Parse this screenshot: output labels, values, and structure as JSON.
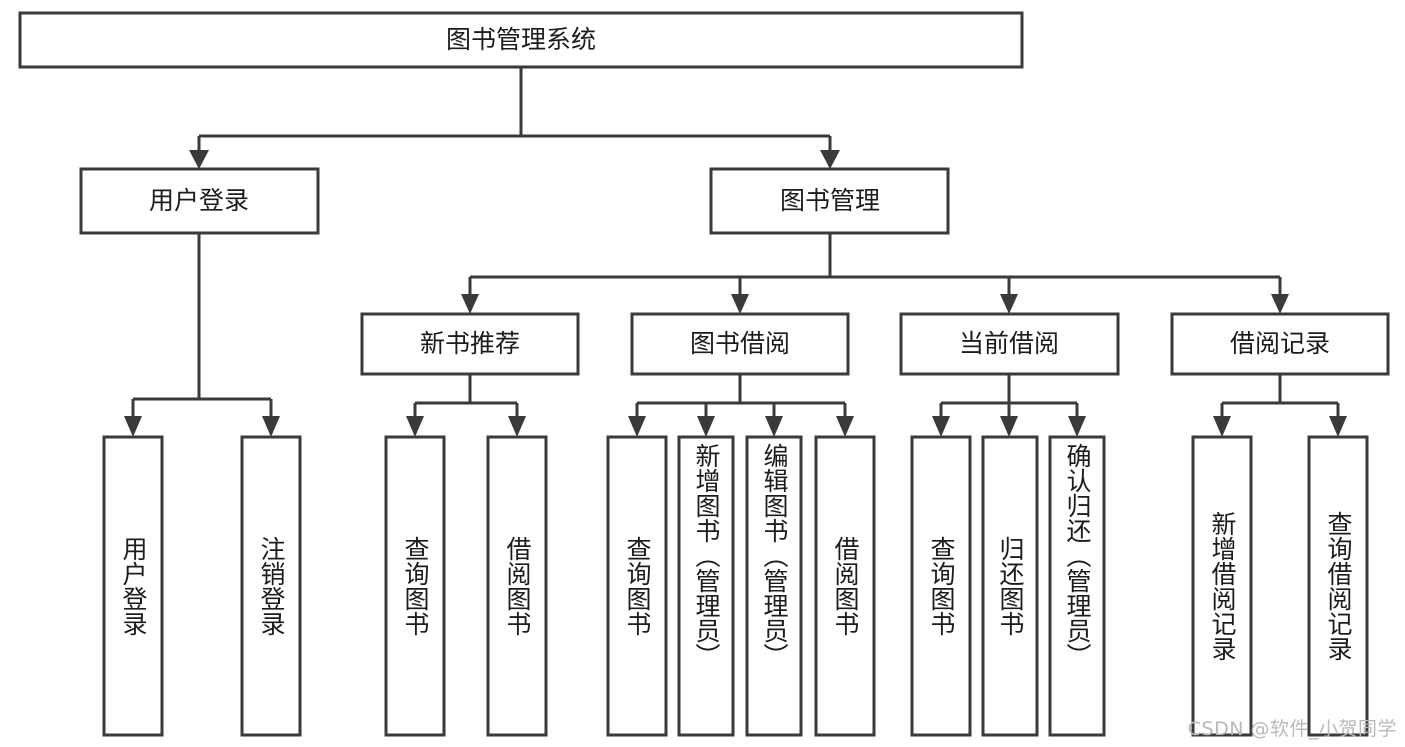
{
  "diagram": {
    "type": "tree",
    "title": "图书管理系统",
    "orientation": "top-down",
    "levels": 4,
    "style": {
      "box_fill": "#ffffff",
      "box_stroke": "#3a3a3a",
      "connector_color": "#3a3a3a",
      "text_color": "#1c1c1c",
      "background": "#ffffff",
      "watermark_color": "#b9b9b9"
    },
    "root": {
      "label": "图书管理系统"
    },
    "level2": [
      {
        "label": "用户登录"
      },
      {
        "label": "图书管理"
      }
    ],
    "level3": [
      {
        "label": "新书推荐"
      },
      {
        "label": "图书借阅"
      },
      {
        "label": "当前借阅"
      },
      {
        "label": "借阅记录"
      }
    ],
    "leaves": {
      "user_login": [
        {
          "label": "用户登录"
        },
        {
          "label": "注销登录"
        }
      ],
      "new_book_recommend": [
        {
          "label": "查询图书"
        },
        {
          "label": "借阅图书"
        }
      ],
      "book_borrow": [
        {
          "label": "查询图书"
        },
        {
          "label": "新增图书（管理员）"
        },
        {
          "label": "编辑图书（管理员）"
        },
        {
          "label": "借阅图书"
        }
      ],
      "current_borrow": [
        {
          "label": "查询图书"
        },
        {
          "label": "归还图书"
        },
        {
          "label": "确认归还（管理员）"
        }
      ],
      "borrow_record": [
        {
          "label": "新增借阅记录"
        },
        {
          "label": "查询借阅记录"
        }
      ]
    },
    "edges": [
      {
        "from": "图书管理系统",
        "to": "用户登录"
      },
      {
        "from": "图书管理系统",
        "to": "图书管理"
      },
      {
        "from": "用户登录",
        "to": "用户登录"
      },
      {
        "from": "用户登录",
        "to": "注销登录"
      },
      {
        "from": "图书管理",
        "to": "新书推荐"
      },
      {
        "from": "图书管理",
        "to": "图书借阅"
      },
      {
        "from": "图书管理",
        "to": "当前借阅"
      },
      {
        "from": "图书管理",
        "to": "借阅记录"
      },
      {
        "from": "新书推荐",
        "to": "查询图书"
      },
      {
        "from": "新书推荐",
        "to": "借阅图书"
      },
      {
        "from": "图书借阅",
        "to": "查询图书"
      },
      {
        "from": "图书借阅",
        "to": "新增图书（管理员）"
      },
      {
        "from": "图书借阅",
        "to": "编辑图书（管理员）"
      },
      {
        "from": "图书借阅",
        "to": "借阅图书"
      },
      {
        "from": "当前借阅",
        "to": "查询图书"
      },
      {
        "from": "当前借阅",
        "to": "归还图书"
      },
      {
        "from": "当前借阅",
        "to": "确认归还（管理员）"
      },
      {
        "from": "借阅记录",
        "to": "新增借阅记录"
      },
      {
        "from": "借阅记录",
        "to": "查询借阅记录"
      }
    ]
  },
  "watermark": {
    "text": "CSDN @软件_小贺同学"
  }
}
